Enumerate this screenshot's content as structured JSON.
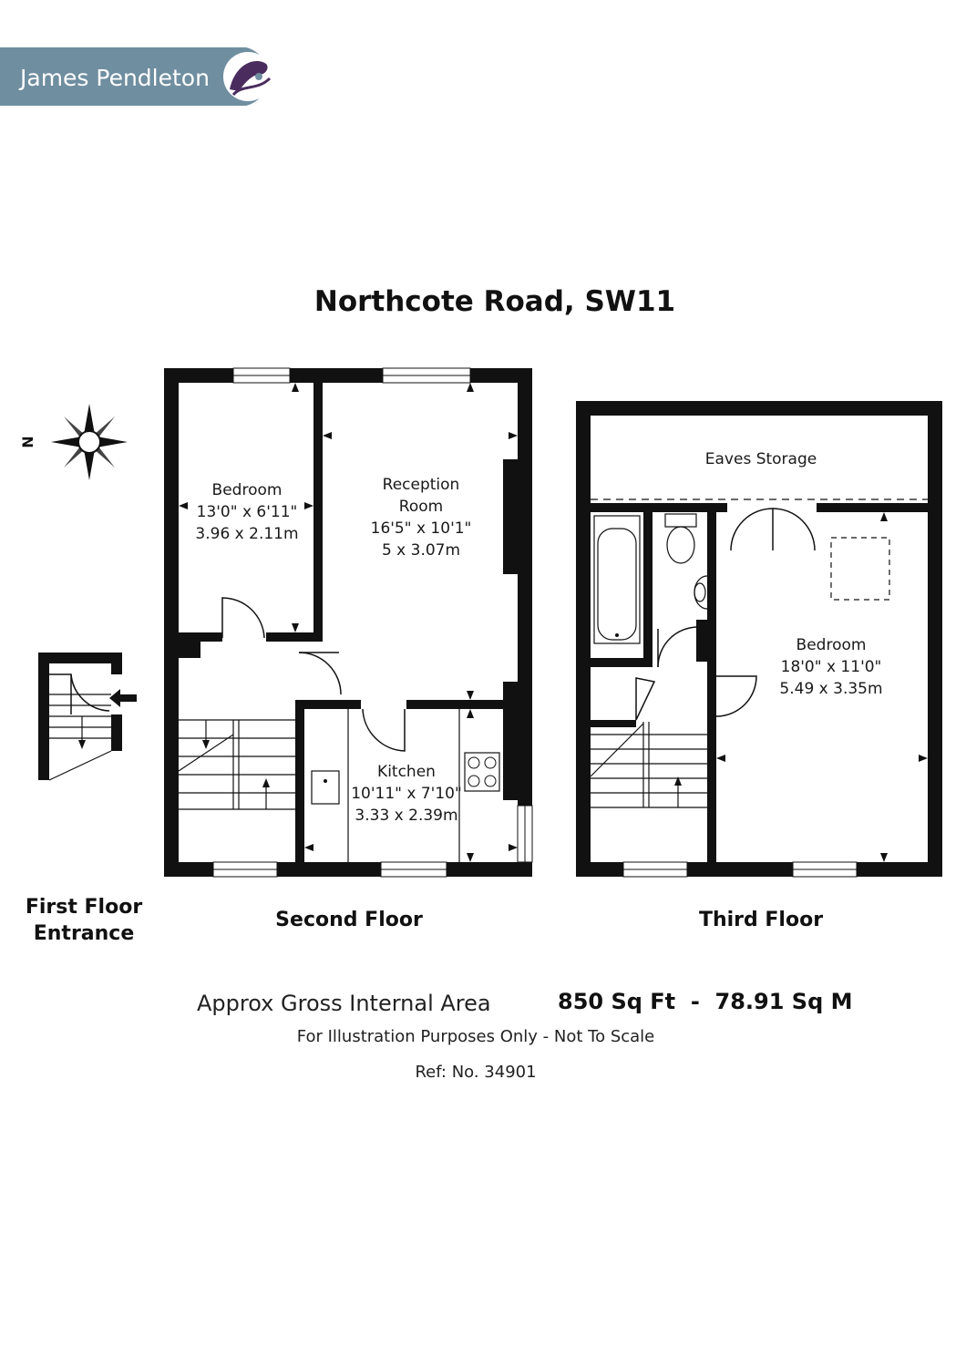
{
  "brand": {
    "name": "James Pendleton",
    "bg_color": "#6f8ea0",
    "logo_color": "#4a2c5e"
  },
  "title": "Northcote Road, SW11",
  "compass": {
    "north_label": "N"
  },
  "floors": {
    "first": {
      "line1": "First Floor",
      "line2": "Entrance"
    },
    "second": "Second Floor",
    "third": "Third Floor"
  },
  "rooms": {
    "bedroom1": {
      "name": "Bedroom",
      "imperial": "13'0\" x 6'11\"",
      "metric": "3.96 x 2.11m"
    },
    "reception": {
      "name_line1": "Reception",
      "name_line2": "Room",
      "imperial": "16'5\" x 10'1\"",
      "metric": "5 x 3.07m"
    },
    "kitchen": {
      "name": "Kitchen",
      "imperial": "10'11\" x 7'10\"",
      "metric": "3.33 x 2.39m"
    },
    "eaves": {
      "name": "Eaves Storage"
    },
    "bedroom2": {
      "name": "Bedroom",
      "imperial": "18'0\" x 11'0\"",
      "metric": "5.49 x 3.35m"
    }
  },
  "area": {
    "label": "Approx Gross Internal Area",
    "value": "850 Sq Ft  -  78.91 Sq M"
  },
  "disclaimer": "For Illustration Purposes Only - Not To Scale",
  "reference": "Ref: No. 34901"
}
